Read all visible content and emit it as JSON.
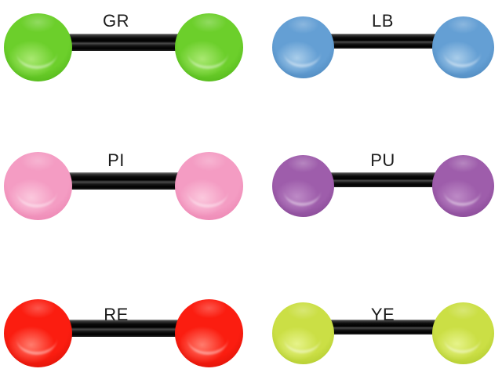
{
  "page": {
    "background": "#ffffff",
    "text_color": "#1b1b1b",
    "bar_color": "#000000"
  },
  "items": [
    {
      "id": "green",
      "label": "GR",
      "colors": {
        "base": "#6ccf2b",
        "highlight": "#a9e871",
        "dark": "#46ab12"
      }
    },
    {
      "id": "light-blue",
      "label": "LB",
      "colors": {
        "base": "#649fd4",
        "highlight": "#a9cdea",
        "dark": "#457fb4"
      }
    },
    {
      "id": "pink",
      "label": "PI",
      "colors": {
        "base": "#f49cc3",
        "highlight": "#fbc8dd",
        "dark": "#e87aaa"
      }
    },
    {
      "id": "purple",
      "label": "PU",
      "colors": {
        "base": "#9e5dab",
        "highlight": "#bd8ac6",
        "dark": "#7d3f8c"
      }
    },
    {
      "id": "red",
      "label": "RE",
      "colors": {
        "base": "#fb1d10",
        "highlight": "#ff7c6d",
        "dark": "#cf0e04"
      }
    },
    {
      "id": "yellow",
      "label": "YE",
      "colors": {
        "base": "#cbdf45",
        "highlight": "#e6f38a",
        "dark": "#a6c226"
      }
    }
  ]
}
